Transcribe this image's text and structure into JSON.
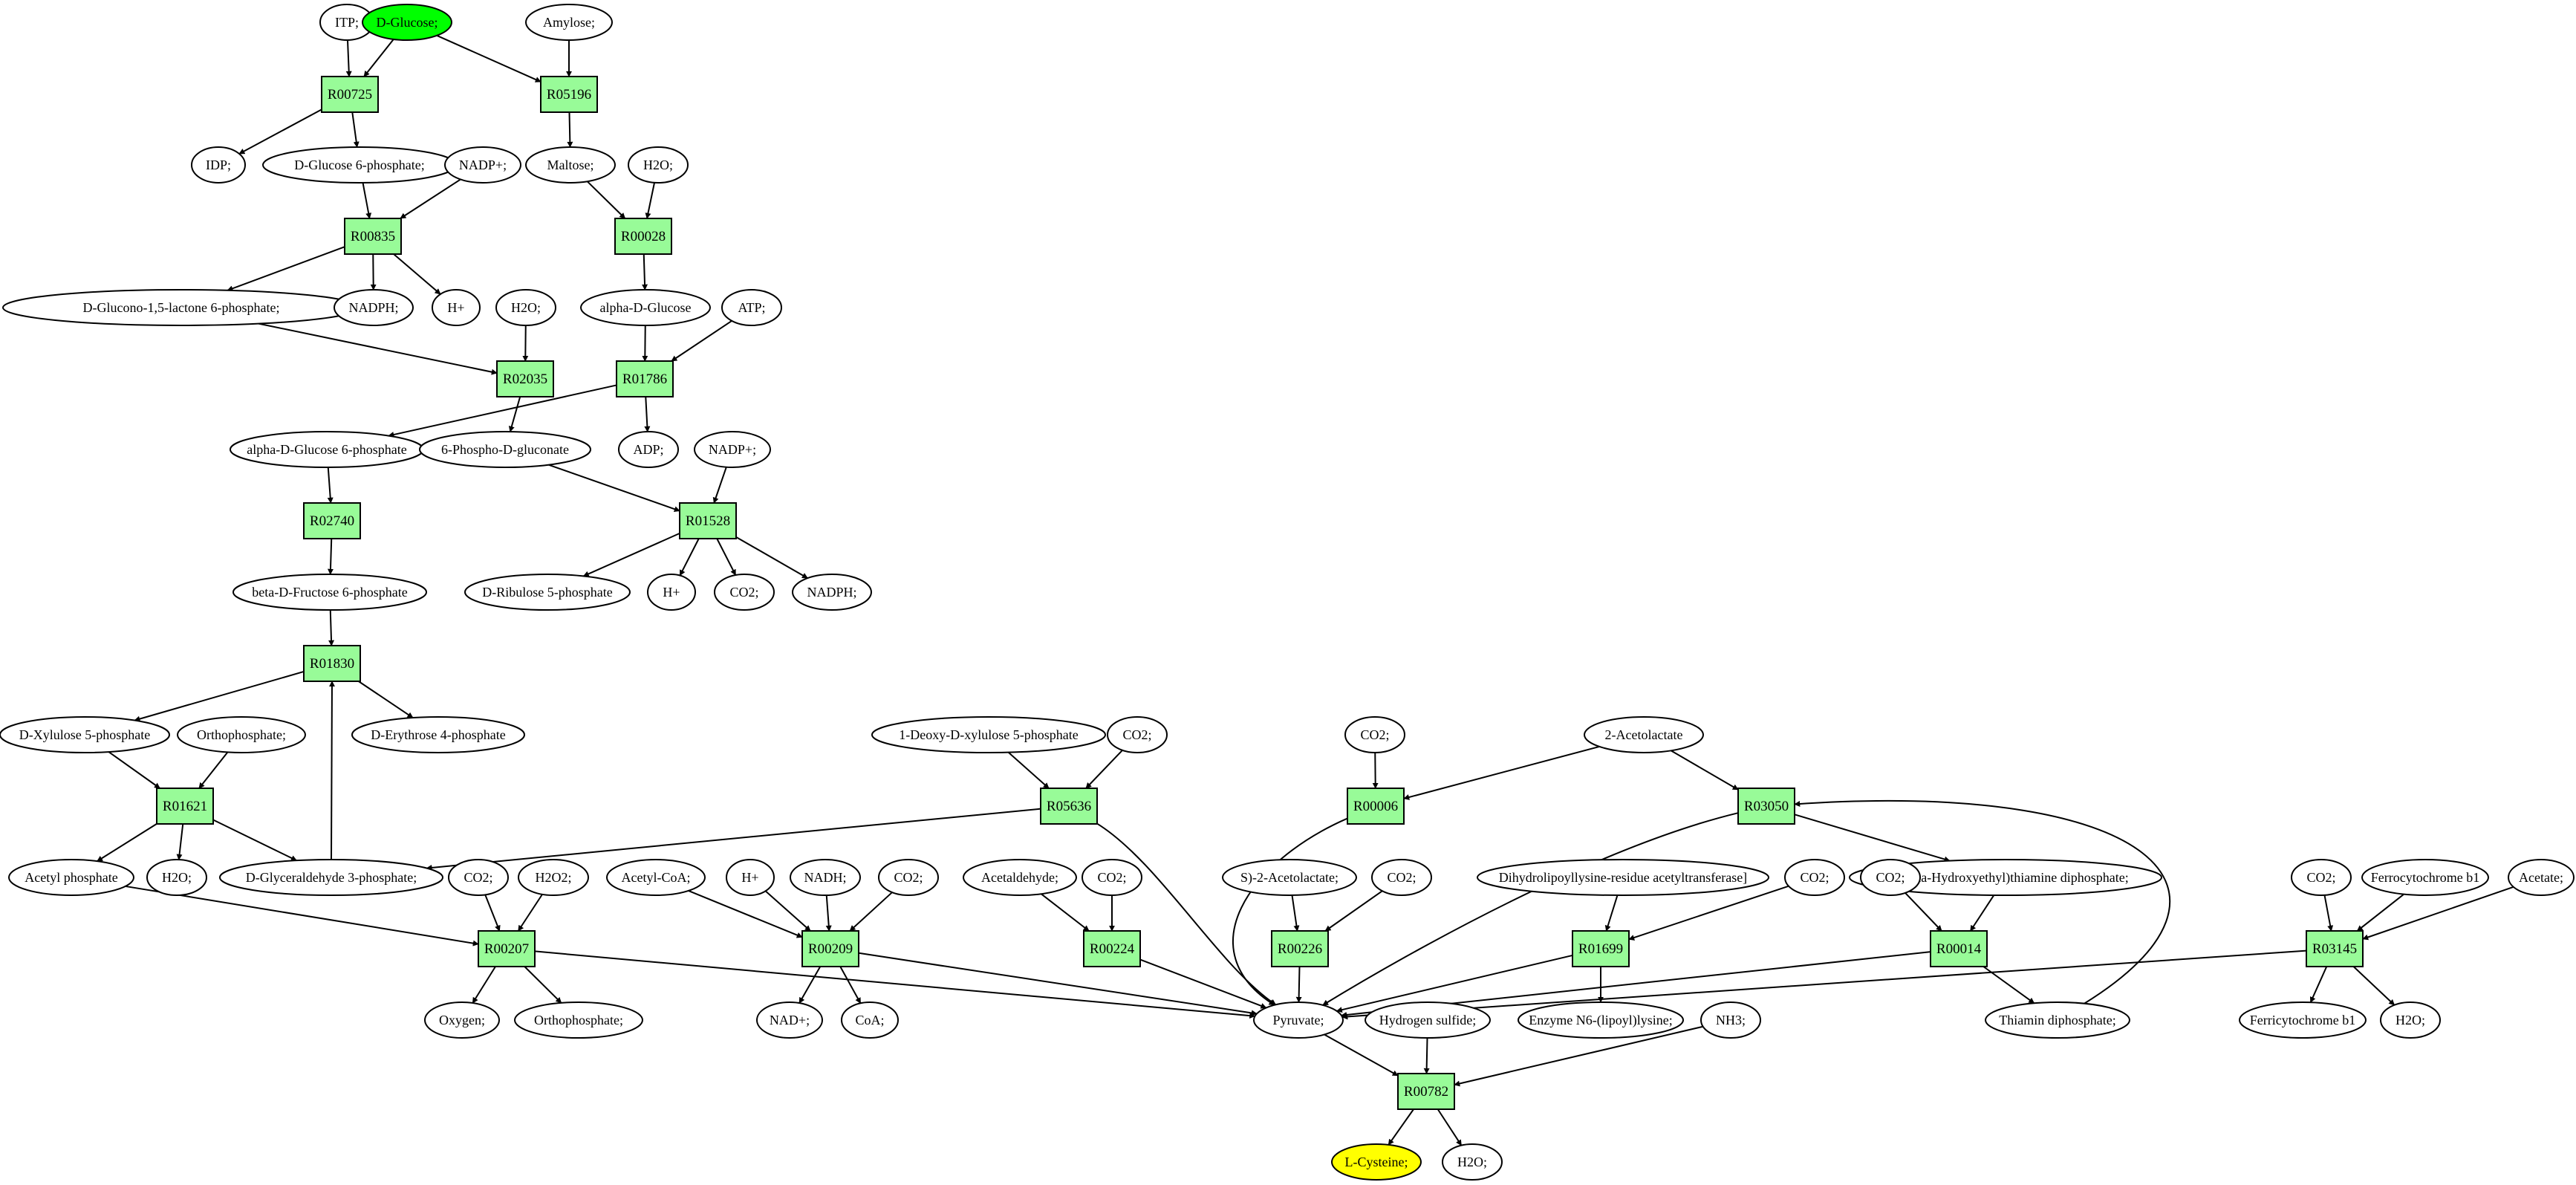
{
  "colors": {
    "reaction_fill": "#98fb98",
    "compound_fill": "#ffffff",
    "source_fill": "#00ff00",
    "target_fill": "#ffff00",
    "stroke": "#000000"
  },
  "nodes": {
    "itp": "ITP;",
    "dglucose": "D-Glucose;",
    "amylose": "Amylose;",
    "r00725": "R00725",
    "r05196": "R05196",
    "idp": "IDP;",
    "dg6p": "D-Glucose 6-phosphate;",
    "nadp1": "NADP+;",
    "maltose": "Maltose;",
    "h2o1": "H2O;",
    "r00835": "R00835",
    "r00028": "R00028",
    "dglucono": "D-Glucono-1,5-lactone 6-phosphate;",
    "nadph1": "NADPH;",
    "hplus1": "H+",
    "h2o2": "H2O;",
    "alphadglucose": "alpha-D-Glucose",
    "atp": "ATP;",
    "r02035": "R02035",
    "r01786": "R01786",
    "alphadg6p": "alpha-D-Glucose 6-phosphate",
    "phosphogluconate": "6-Phospho-D-gluconate",
    "adp": "ADP;",
    "nadp2": "NADP+;",
    "r02740": "R02740",
    "r01528": "R01528",
    "betadf6p": "beta-D-Fructose 6-phosphate",
    "dribulose": "D-Ribulose 5-phosphate",
    "hplus2": "H+",
    "co2a": "CO2;",
    "nadph2": "NADPH;",
    "r01830": "R01830",
    "dxylulose": "D-Xylulose 5-phosphate",
    "orthophosphate1": "Orthophosphate;",
    "derythrose": "D-Erythrose 4-phosphate",
    "deoxyxylulose": "1-Deoxy-D-xylulose 5-phosphate",
    "co2b": "CO2;",
    "co2c": "CO2;",
    "acetolactate2": "2-Acetolactate",
    "r01621": "R01621",
    "r05636": "R05636",
    "r00006": "R00006",
    "r03050": "R03050",
    "acetylphosphate": "Acetyl phosphate",
    "h2o3": "H2O;",
    "glyceraldehyde": "D-Glyceraldehyde 3-phosphate;",
    "co2d": "CO2;",
    "h2o2b": "H2O2;",
    "acetylcoa": "Acetyl-CoA;",
    "hplus3": "H+",
    "nadh": "NADH;",
    "co2e": "CO2;",
    "acetaldehyde": "Acetaldehyde;",
    "co2f": "CO2;",
    "sacetolactate": "S)-2-Acetolactate;",
    "co2g": "CO2;",
    "dihydrolipoyl": "Dihydrolipoyllysine-residue acetyltransferase]",
    "co2h": "CO2;",
    "hydroxyethyl": "2-(alpha-Hydroxyethyl)thiamine diphosphate;",
    "co2i": "CO2;",
    "co2j": "CO2;",
    "ferrocytochrome": "Ferrocytochrome b1",
    "acetate": "Acetate;",
    "r00207": "R00207",
    "r00209": "R00209",
    "r00224": "R00224",
    "r00226": "R00226",
    "r01699": "R01699",
    "r00014": "R00014",
    "r03145": "R03145",
    "oxygen": "Oxygen;",
    "orthophosphate2": "Orthophosphate;",
    "nadplus": "NAD+;",
    "coa": "CoA;",
    "pyruvate": "Pyruvate;",
    "hydrogensulfide": "Hydrogen sulfide;",
    "enzymen6": "Enzyme N6-(lipoyl)lysine;",
    "nh3": "NH3;",
    "thiamin": "Thiamin diphosphate;",
    "ferricytochrome": "Ferricytochrome b1",
    "h2o4": "H2O;",
    "r00782": "R00782",
    "lcysteine": "L-Cysteine;",
    "h2o5": "H2O;"
  }
}
